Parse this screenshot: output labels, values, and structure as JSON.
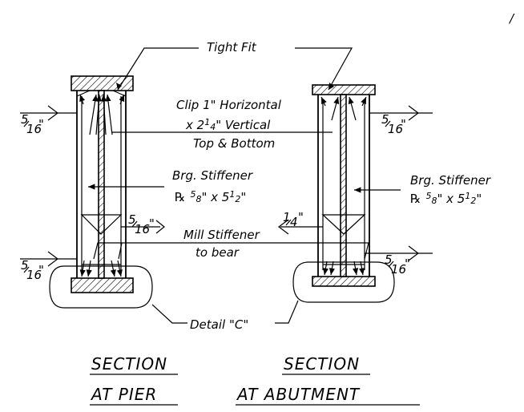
{
  "labels": {
    "tight_fit": "Tight Fit",
    "clip_line1": "Clip 1\" Horizontal",
    "clip_line2_a": "x 2",
    "clip_line2_b": "1",
    "clip_line2_c": "4",
    "clip_line2_d": "\" Vertical",
    "clip_line3": "Top & Bottom",
    "brg_stiffener_left": "Brg. Stiffener",
    "brg_stiffener_right": "Brg. Stiffener",
    "plate_symbol": "℞",
    "plate_sup_5": "5",
    "plate_sub_8": "8",
    "plate_x": "\" x 5",
    "plate_sup_1": "1",
    "plate_sub_2": "2",
    "plate_end": "\"",
    "mill_line1": "Mill Stiffener",
    "mill_line2": "to bear",
    "detail_c": "Detail \"C\"",
    "weld_5": "5",
    "weld_16": "16",
    "weld_1": "1",
    "weld_4": "4",
    "inch": "\"",
    "corner_mark": "/"
  },
  "titles": {
    "pier_line1": "SECTION",
    "pier_line2": "AT PIER",
    "abutment_line1": "SECTION",
    "abutment_line2": "AT ABUTMENT"
  }
}
